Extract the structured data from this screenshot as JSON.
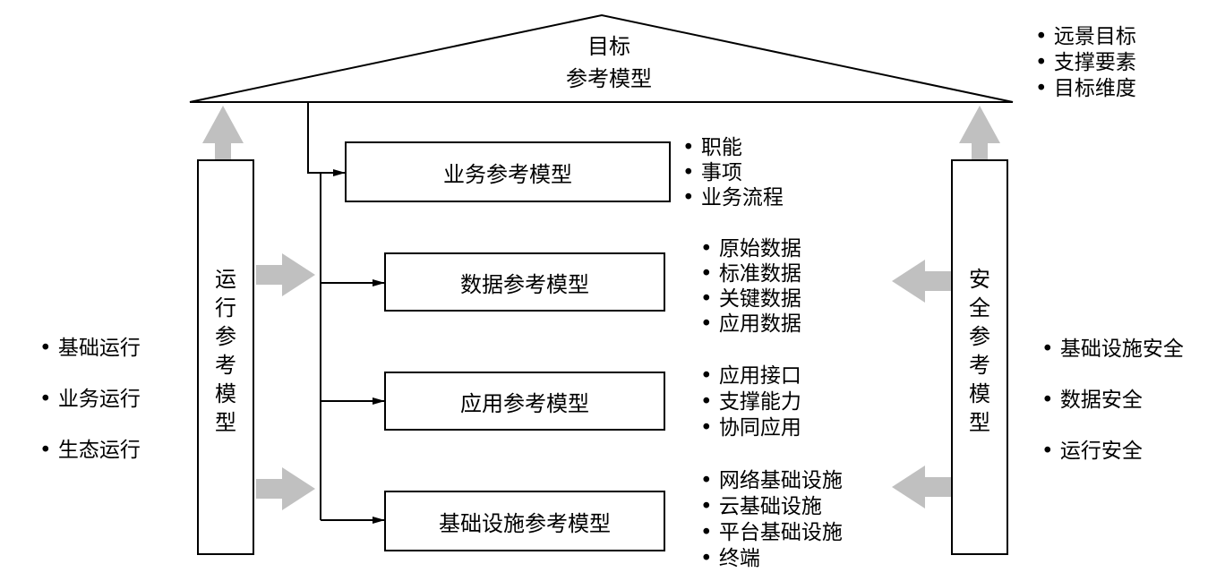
{
  "roof": {
    "title_line1": "目标",
    "title_line2": "参考模型",
    "bullets": [
      "远景目标",
      "支撑要素",
      "目标维度"
    ]
  },
  "left_pillar": {
    "chars": [
      "运",
      "行",
      "参",
      "考",
      "模",
      "型"
    ],
    "bullets": [
      "基础运行",
      "业务运行",
      "生态运行"
    ]
  },
  "right_pillar": {
    "chars": [
      "安",
      "全",
      "参",
      "考",
      "模",
      "型"
    ],
    "bullets": [
      "基础设施安全",
      "数据安全",
      "运行安全"
    ]
  },
  "models": [
    {
      "label": "业务参考模型",
      "bullets": [
        "职能",
        "事项",
        "业务流程"
      ]
    },
    {
      "label": "数据参考模型",
      "bullets": [
        "原始数据",
        "标准数据",
        "关键数据",
        "应用数据"
      ]
    },
    {
      "label": "应用参考模型",
      "bullets": [
        "应用接口",
        "支撑能力",
        "协同应用"
      ]
    },
    {
      "label": "基础设施参考模型",
      "bullets": [
        "网络基础设施",
        "云基础设施",
        "平台基础设施",
        "终端"
      ]
    }
  ],
  "colors": {
    "line": "#000000",
    "arrow_gray": "#c0c0c0"
  }
}
